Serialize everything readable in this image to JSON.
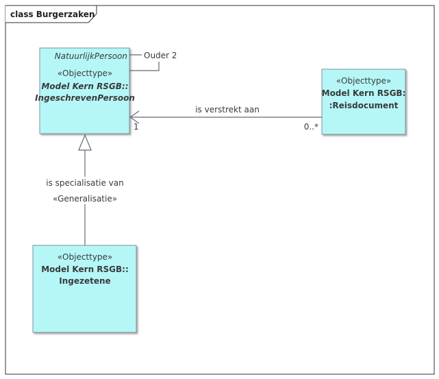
{
  "frame": {
    "title": "class Burgerzaken"
  },
  "classes": {
    "ingeschreven_persoon": {
      "name_tag": "NatuurlijkPersoon",
      "stereotype": "«Objecttype»",
      "qualified_line1": "Model Kern RSGB::",
      "qualified_line2": "IngeschrevenPersoon"
    },
    "reisdocument": {
      "stereotype": "«Objecttype»",
      "qualified_line1": "Model Kern RSGB:",
      "qualified_line2": ":Reisdocument"
    },
    "ingezetene": {
      "stereotype": "«Objecttype»",
      "qualified_line1": "Model Kern RSGB::",
      "qualified_line2": "Ingezetene"
    }
  },
  "relations": {
    "self_association_label": "Ouder 2",
    "association_label": "is verstrekt aan",
    "association_mult_source": "1",
    "association_mult_target": "0..*",
    "generalization_label": "is specialisatie van",
    "generalization_stereotype": "«Generalisatie»"
  },
  "colors": {
    "class_fill": "#b5f7f7",
    "class_stroke": "#7f8fa0",
    "line": "#606a78",
    "frame": "#333333"
  }
}
